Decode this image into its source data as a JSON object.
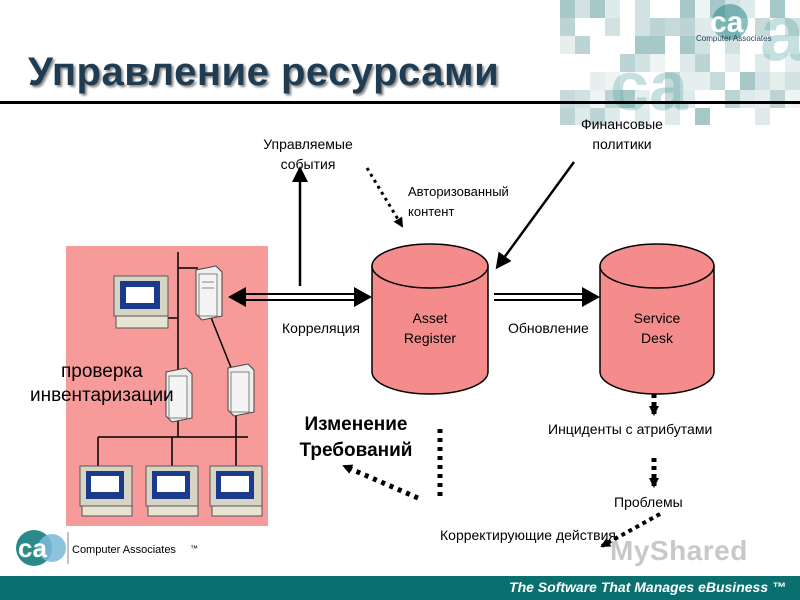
{
  "slide": {
    "title": "Управление ресурсами",
    "footer_tagline": "The Software That Manages eBusiness ™"
  },
  "logos": {
    "top_brand": "Computer Associates",
    "bottom_brand": "Computer Associates",
    "bottom_trademark": "™",
    "watermark": "MyShared"
  },
  "diagram": {
    "inventory_label_line1": "проверка",
    "inventory_label_line2": "инвентаризации",
    "managed_events_line1": "Управляемые",
    "managed_events_line2": "события",
    "financial_policies_line1": "Финансовые",
    "financial_policies_line2": "политики",
    "authorized_content_line1": "Авторизованный",
    "authorized_content_line2": "контент",
    "asset_register_line1": "Asset",
    "asset_register_line2": "Register",
    "service_desk_line1": "Service",
    "service_desk_line2": "Desk",
    "correlation": "Корреляция",
    "update": "Обновление",
    "change_requirements_line1": "Изменение",
    "change_requirements_line2": "Требований",
    "incidents_with_attributes": "Инциденты с атрибутами",
    "problems": "Проблемы",
    "corrective_actions": "Корректирующие действия"
  },
  "colors": {
    "title": "#1f3c52",
    "cylinder_fill": "#f48c8c",
    "panel_fill": "#f79a9a",
    "footer": "#0a6f6f",
    "accent_teal": "#2a8a8a"
  }
}
